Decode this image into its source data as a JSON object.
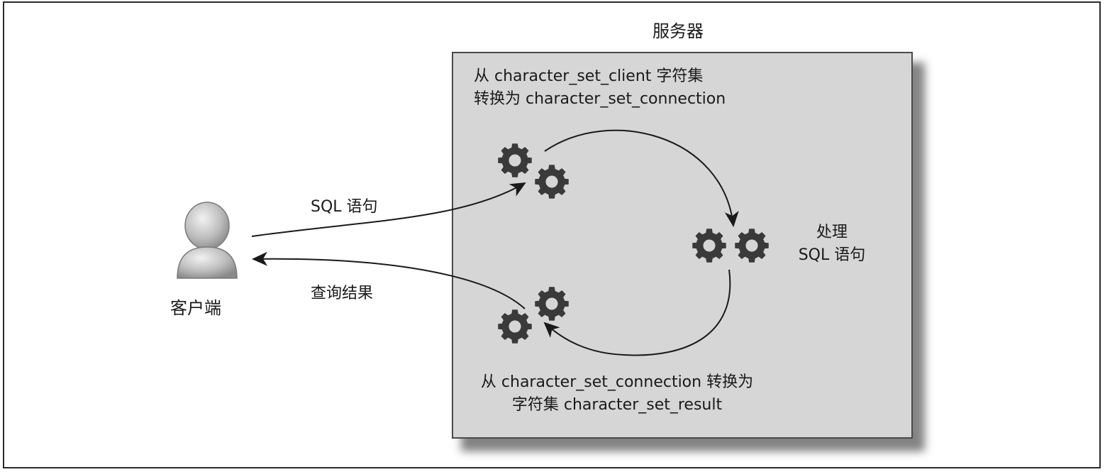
{
  "server": {
    "title": "服务器"
  },
  "steps": {
    "convert_in": {
      "line1": "从 character_set_client 字符集",
      "line2": "转换为 character_set_connection"
    },
    "process": {
      "line1": "处理",
      "line2": "SQL 语句"
    },
    "convert_out": {
      "line1": "从 character_set_connection 转换为",
      "line2": "字符集 character_set_result"
    }
  },
  "flows": {
    "request": "SQL 语句",
    "response": "查询结果"
  },
  "client": {
    "label": "客户端"
  },
  "icons": {
    "client": "user-icon",
    "gears": "gears-icon"
  },
  "colors": {
    "server_fill": "#d6d6d6",
    "gear": "#3a3a3a",
    "arrow": "#1a1a1a"
  }
}
